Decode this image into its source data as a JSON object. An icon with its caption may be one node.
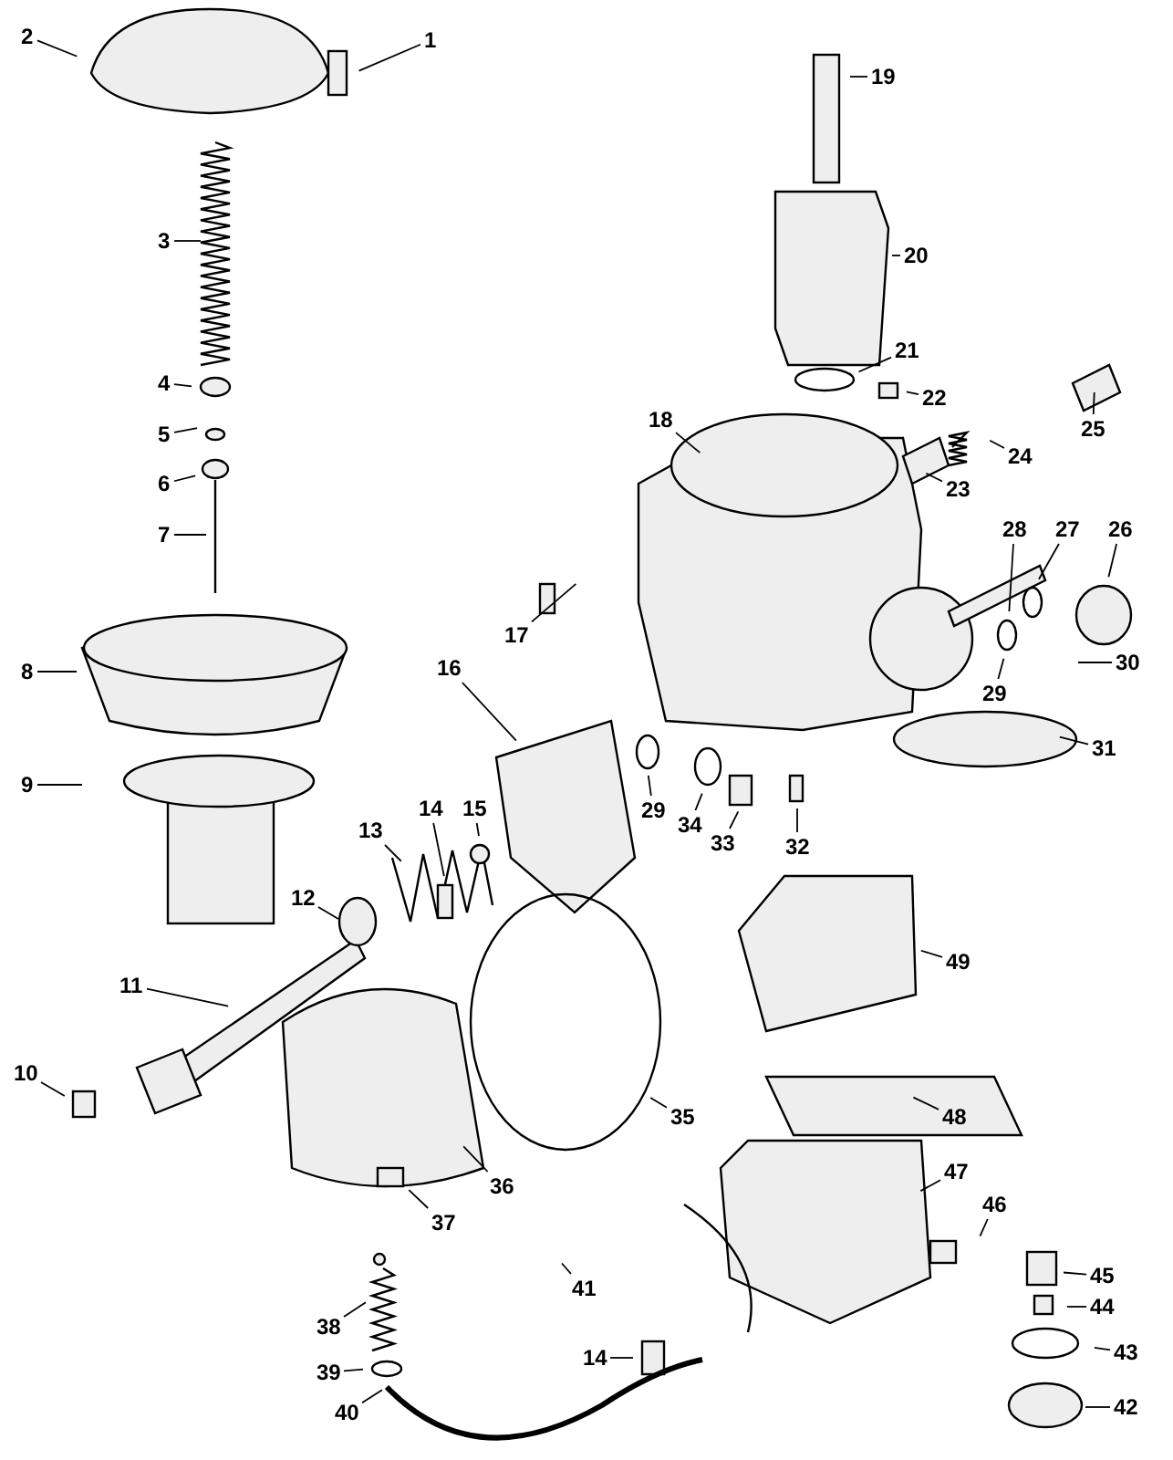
{
  "diagram": {
    "nodes": [
      {
        "text": [
          "1"
        ]
      },
      {
        "text": [
          "2"
        ]
      },
      {
        "text": [
          "3"
        ]
      },
      {
        "text": [
          "4"
        ]
      },
      {
        "text": [
          "5"
        ]
      },
      {
        "text": [
          "6"
        ]
      },
      {
        "text": [
          "7"
        ]
      },
      {
        "text": [
          "8"
        ]
      },
      {
        "text": [
          "9"
        ]
      },
      {
        "text": [
          "10"
        ]
      },
      {
        "text": [
          "11"
        ]
      },
      {
        "text": [
          "12"
        ]
      },
      {
        "text": [
          "13"
        ]
      },
      {
        "text": [
          "14"
        ]
      },
      {
        "text": [
          "15"
        ]
      },
      {
        "text": [
          "16"
        ]
      },
      {
        "text": [
          "17"
        ]
      },
      {
        "text": [
          "18"
        ]
      },
      {
        "text": [
          "19"
        ]
      },
      {
        "text": [
          "20"
        ]
      },
      {
        "text": [
          "21"
        ]
      },
      {
        "text": [
          "22"
        ]
      },
      {
        "text": [
          "23"
        ]
      },
      {
        "text": [
          "24"
        ]
      },
      {
        "text": [
          "25"
        ]
      },
      {
        "text": [
          "26"
        ]
      },
      {
        "text": [
          "27"
        ]
      },
      {
        "text": [
          "28"
        ]
      },
      {
        "text": [
          "29"
        ]
      },
      {
        "text": [
          "30"
        ]
      },
      {
        "text": [
          "31"
        ]
      },
      {
        "text": [
          "29"
        ]
      },
      {
        "text": [
          "34"
        ]
      },
      {
        "text": [
          "33"
        ]
      },
      {
        "text": [
          "32"
        ]
      },
      {
        "text": [
          "35"
        ]
      },
      {
        "text": [
          "36"
        ]
      },
      {
        "text": [
          "37"
        ]
      },
      {
        "text": [
          "38"
        ]
      },
      {
        "text": [
          "39"
        ]
      },
      {
        "text": [
          "40"
        ]
      },
      {
        "text": [
          "14"
        ]
      },
      {
        "text": [
          "41"
        ]
      },
      {
        "text": [
          "42"
        ]
      },
      {
        "text": [
          "43"
        ]
      },
      {
        "text": [
          "44"
        ]
      },
      {
        "text": [
          "45"
        ]
      },
      {
        "text": [
          "46"
        ]
      },
      {
        "text": [
          "47"
        ]
      },
      {
        "text": [
          "48"
        ]
      },
      {
        "text": [
          "49"
        ]
      }
    ],
    "edges": [
      {
        "from": 0,
        "to": null,
        "arrow": "none"
      },
      {
        "from": 1,
        "to": null,
        "arrow": "none"
      },
      {
        "from": 2,
        "to": null,
        "arrow": "none"
      },
      {
        "from": 3,
        "to": null,
        "arrow": "none"
      },
      {
        "from": 4,
        "to": null,
        "arrow": "none"
      },
      {
        "from": 5,
        "to": null,
        "arrow": "none"
      },
      {
        "from": 6,
        "to": null,
        "arrow": "none"
      },
      {
        "from": 7,
        "to": null,
        "arrow": "none"
      },
      {
        "from": 8,
        "to": null,
        "arrow": "none"
      },
      {
        "from": 9,
        "to": null,
        "arrow": "none"
      },
      {
        "from": 10,
        "to": null,
        "arrow": "none"
      },
      {
        "from": 11,
        "to": null,
        "arrow": "none"
      },
      {
        "from": 12,
        "to": null,
        "arrow": "none"
      },
      {
        "from": 13,
        "to": null,
        "arrow": "none"
      },
      {
        "from": 14,
        "to": null,
        "arrow": "none"
      },
      {
        "from": 15,
        "to": null,
        "arrow": "none"
      },
      {
        "from": 16,
        "to": null,
        "arrow": "none"
      },
      {
        "from": 17,
        "to": null,
        "arrow": "none"
      },
      {
        "from": 18,
        "to": null,
        "arrow": "none"
      },
      {
        "from": 19,
        "to": null,
        "arrow": "none"
      },
      {
        "from": 20,
        "to": null,
        "arrow": "none"
      },
      {
        "from": 21,
        "to": null,
        "arrow": "none"
      },
      {
        "from": 22,
        "to": null,
        "arrow": "none"
      },
      {
        "from": 23,
        "to": null,
        "arrow": "none"
      },
      {
        "from": 24,
        "to": null,
        "arrow": "none"
      },
      {
        "from": 25,
        "to": null,
        "arrow": "none"
      },
      {
        "from": 26,
        "to": null,
        "arrow": "none"
      },
      {
        "from": 27,
        "to": null,
        "arrow": "none"
      },
      {
        "from": 28,
        "to": null,
        "arrow": "none"
      },
      {
        "from": 29,
        "to": null,
        "arrow": "none"
      },
      {
        "from": 30,
        "to": null,
        "arrow": "none"
      },
      {
        "from": 31,
        "to": null,
        "arrow": "none"
      },
      {
        "from": 32,
        "to": null,
        "arrow": "none"
      },
      {
        "from": 33,
        "to": null,
        "arrow": "none"
      },
      {
        "from": 34,
        "to": null,
        "arrow": "none"
      },
      {
        "from": 35,
        "to": null,
        "arrow": "none"
      },
      {
        "from": 36,
        "to": null,
        "arrow": "none"
      },
      {
        "from": 37,
        "to": null,
        "arrow": "none"
      },
      {
        "from": 38,
        "to": null,
        "arrow": "none"
      },
      {
        "from": 39,
        "to": null,
        "arrow": "none"
      },
      {
        "from": 40,
        "to": null,
        "arrow": "none"
      },
      {
        "from": 41,
        "to": null,
        "arrow": "none"
      },
      {
        "from": 42,
        "to": null,
        "arrow": "none"
      },
      {
        "from": 43,
        "to": null,
        "arrow": "none"
      },
      {
        "from": 44,
        "to": null,
        "arrow": "none"
      },
      {
        "from": 45,
        "to": null,
        "arrow": "none"
      },
      {
        "from": 46,
        "to": null,
        "arrow": "none"
      },
      {
        "from": 47,
        "to": null,
        "arrow": "none"
      },
      {
        "from": 48,
        "to": null,
        "arrow": "none"
      },
      {
        "from": 49,
        "to": null,
        "arrow": "none"
      },
      {
        "from": 50,
        "to": null,
        "arrow": "none"
      }
    ]
  }
}
